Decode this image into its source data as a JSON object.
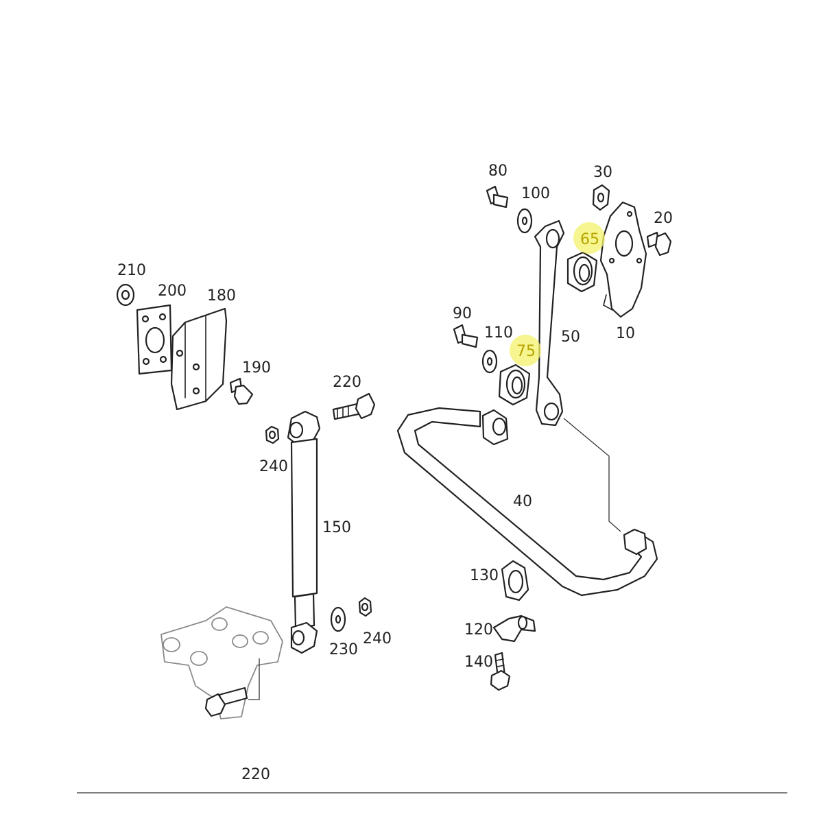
{
  "diagram": {
    "highlight_color": "#f3f16a",
    "highlight_text_color": "#b8a400",
    "labels": {
      "p10": "10",
      "p20": "20",
      "p30": "30",
      "p40": "40",
      "p50": "50",
      "p65": "65",
      "p75": "75",
      "p80": "80",
      "p90": "90",
      "p100": "100",
      "p110": "110",
      "p120": "120",
      "p130": "130",
      "p140": "140",
      "p150": "150",
      "p180": "180",
      "p190": "190",
      "p200": "200",
      "p210": "210",
      "p220_top": "220",
      "p220_bottom": "220",
      "p230": "230",
      "p240_left": "240",
      "p240_right": "240"
    }
  }
}
